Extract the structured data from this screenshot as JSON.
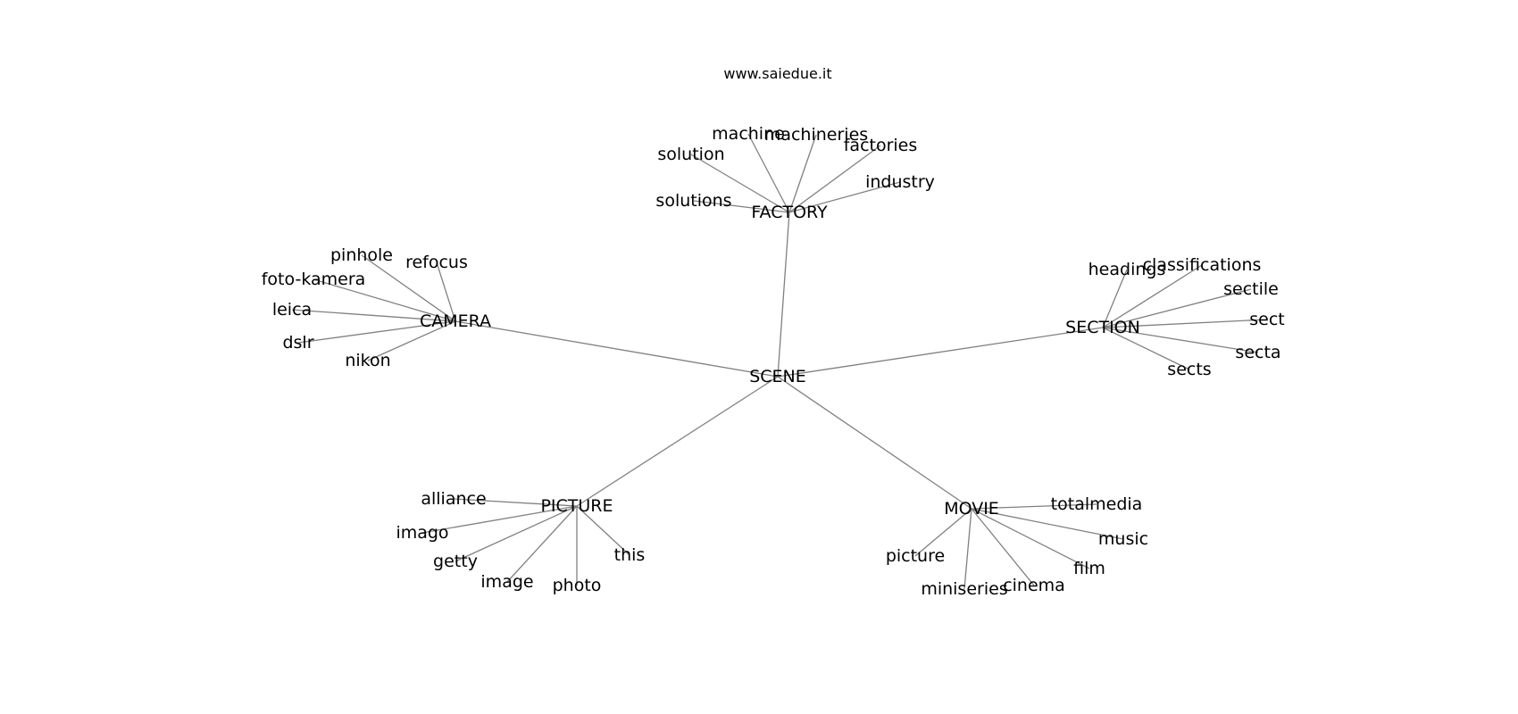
{
  "source_text": "www.saiedue.it",
  "edge_color": "#808080",
  "text_color": "#000000",
  "graph": {
    "root": "SCENE",
    "branches": [
      {
        "hub": "FACTORY",
        "leaves": [
          "machine",
          "machineries",
          "solution",
          "factories",
          "industry",
          "solutions"
        ]
      },
      {
        "hub": "CAMERA",
        "leaves": [
          "pinhole",
          "refocus",
          "foto-kamera",
          "leica",
          "dslr",
          "nikon"
        ]
      },
      {
        "hub": "SECTION",
        "leaves": [
          "headings",
          "classifications",
          "sectile",
          "sect",
          "secta",
          "sects"
        ]
      },
      {
        "hub": "PICTURE",
        "leaves": [
          "alliance",
          "imago",
          "getty",
          "image",
          "photo",
          "this"
        ]
      },
      {
        "hub": "MOVIE",
        "leaves": [
          "totalmedia",
          "music",
          "film",
          "cinema",
          "miniseries",
          "picture"
        ]
      }
    ]
  }
}
